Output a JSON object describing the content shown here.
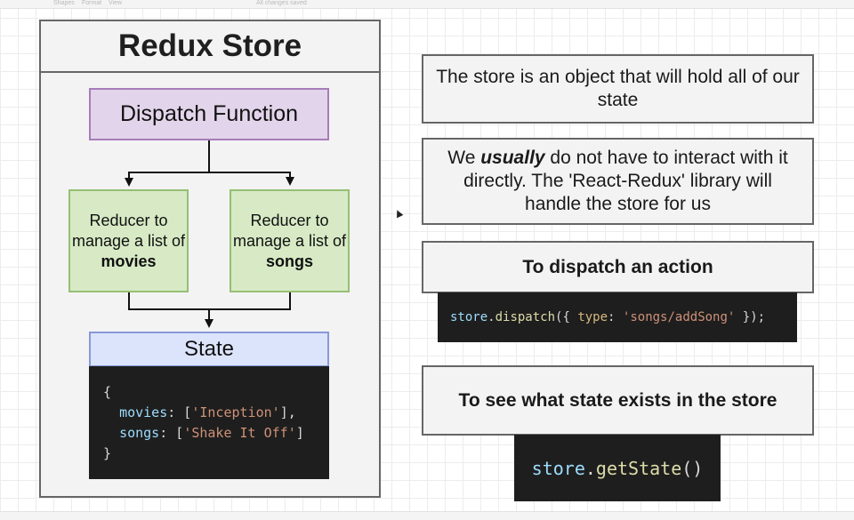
{
  "menubar": {
    "items": [
      "Shapes",
      "Format",
      "View",
      "All changes saved"
    ]
  },
  "store": {
    "title": "Redux Store",
    "dispatch_label": "Dispatch Function",
    "reducers": [
      {
        "prefix": "Reducer to manage a list of ",
        "bold": "movies"
      },
      {
        "prefix": "Reducer to manage a list of ",
        "bold": "songs"
      }
    ],
    "state_label": "State",
    "state_code": {
      "open": "{",
      "movies_key": "movies",
      "movies_value": "'Inception'",
      "songs_key": "songs",
      "songs_value": "'Shake It Off'",
      "close": "}"
    }
  },
  "notes": {
    "note1": "The store is an object that will hold all of our state",
    "note2_before": "We ",
    "note2_em": "usually",
    "note2_after": " do not have to interact with it directly. The 'React-Redux' library will handle the store for us",
    "note3": "To dispatch an action",
    "note4": "To see what state exists in the store"
  },
  "code": {
    "dispatch": {
      "obj": "store",
      "method": "dispatch",
      "open": "({ ",
      "key": "type",
      "colon": ": ",
      "value": "'songs/addSong'",
      "close": " });"
    },
    "getstate": {
      "obj": "store",
      "method": "getState",
      "parens": "()"
    }
  },
  "colors": {
    "dispatch_fill": "#e2d4ea",
    "reducer_fill": "#d7eac5",
    "state_fill": "#dce4fb",
    "code_bg": "#1e1e1e"
  }
}
